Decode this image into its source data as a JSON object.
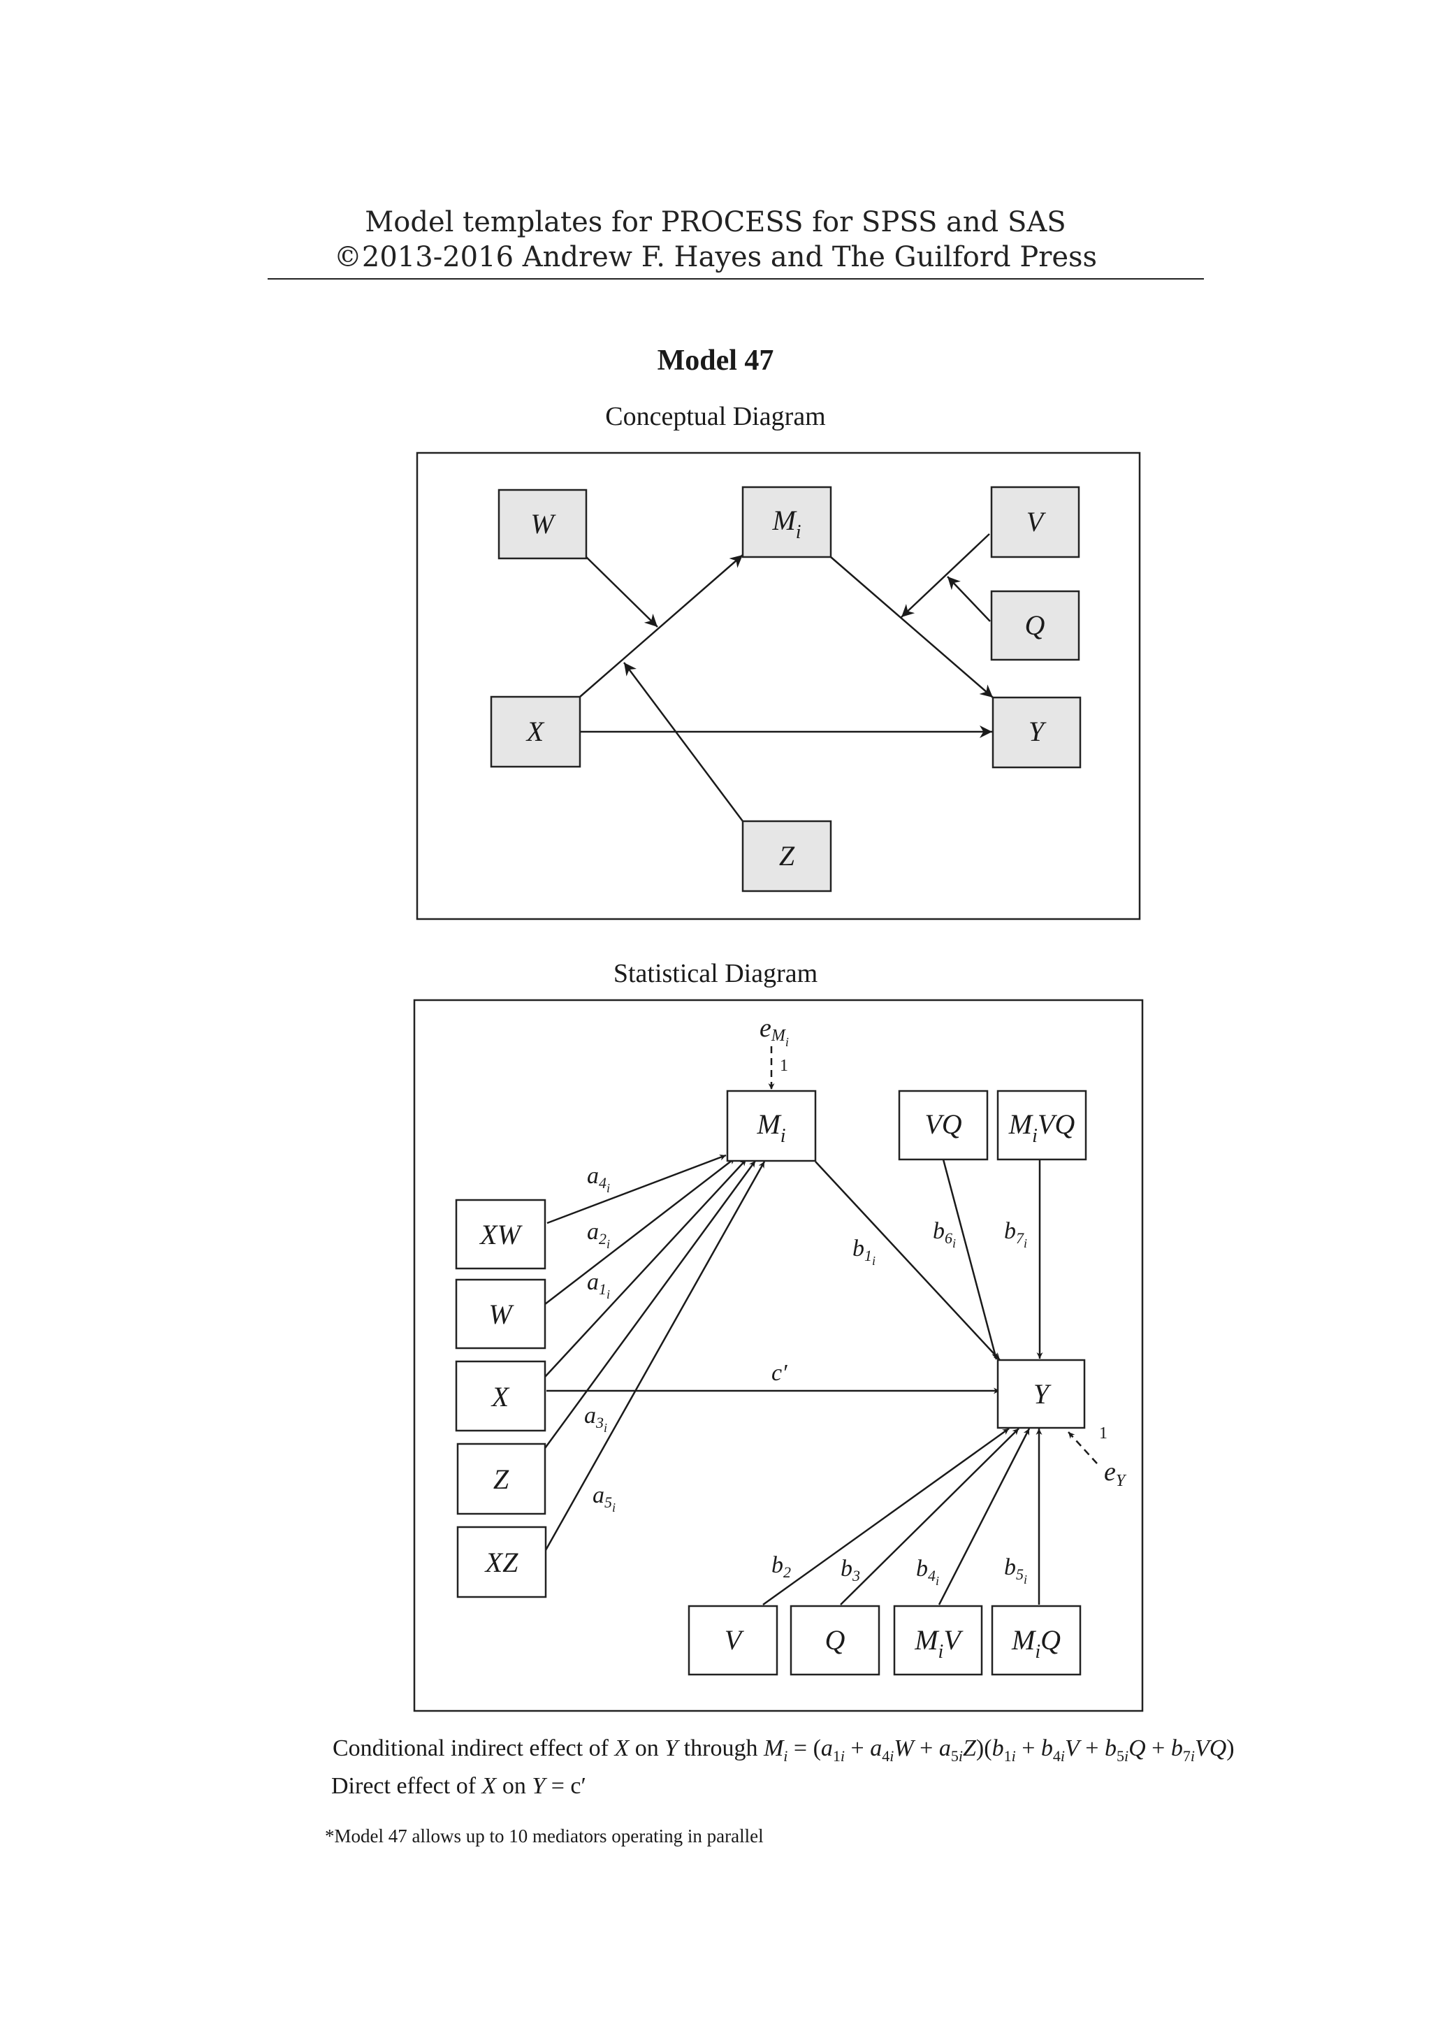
{
  "header": {
    "line1": "Model templates for PROCESS for SPSS and SAS",
    "line2": "©2013-2016 Andrew F. Hayes and The Guilford Press"
  },
  "model_title": "Model 47",
  "conceptual": {
    "title": "Conceptual Diagram",
    "nodes": {
      "W": "W",
      "M": "M",
      "M_sub": "i",
      "V": "V",
      "Q": "Q",
      "X": "X",
      "Y": "Y",
      "Z": "Z"
    }
  },
  "statistical": {
    "title": "Statistical Diagram",
    "error_M": {
      "base": "e",
      "sub": "M",
      "subsub": "i",
      "weight": "1"
    },
    "error_Y": {
      "base": "e",
      "sub": "Y",
      "weight": "1"
    },
    "nodes": {
      "M": "M",
      "M_sub": "i",
      "VQ": "VQ",
      "MVQ_a": "M",
      "MVQ_sub": "i",
      "MVQ_b": "VQ",
      "XW": "XW",
      "W": "W",
      "X": "X",
      "Z": "Z",
      "XZ": "XZ",
      "Y": "Y",
      "V": "V",
      "Q": "Q",
      "MV_a": "M",
      "MV_sub": "i",
      "MV_b": "V",
      "MQ_a": "M",
      "MQ_sub": "i",
      "MQ_b": "Q"
    },
    "paths": {
      "a4": {
        "base": "a",
        "sub": "4",
        "subsub": "i"
      },
      "a2": {
        "base": "a",
        "sub": "2",
        "subsub": "i"
      },
      "a1": {
        "base": "a",
        "sub": "1",
        "subsub": "i"
      },
      "a3": {
        "base": "a",
        "sub": "3",
        "subsub": "i"
      },
      "a5": {
        "base": "a",
        "sub": "5",
        "subsub": "i"
      },
      "b1": {
        "base": "b",
        "sub": "1",
        "subsub": "i"
      },
      "b6": {
        "base": "b",
        "sub": "6",
        "subsub": "i"
      },
      "b7": {
        "base": "b",
        "sub": "7",
        "subsub": "i"
      },
      "b2": {
        "base": "b",
        "sub": "2"
      },
      "b3": {
        "base": "b",
        "sub": "3"
      },
      "b4": {
        "base": "b",
        "sub": "4",
        "subsub": "i"
      },
      "b5": {
        "base": "b",
        "sub": "5",
        "subsub": "i"
      },
      "c": "c′"
    }
  },
  "footer": {
    "indirect_prefix": "Conditional indirect effect of ",
    "indirect_x": "X",
    "indirect_on": " on ",
    "indirect_y": "Y",
    "indirect_through": " through ",
    "indirect_formula": "= (a1i + a4iW + a5iZ)(b1i + b4iV + b5iQ + b7iVQ)",
    "direct_prefix": "Direct effect of ",
    "direct_x": "X",
    "direct_on": " on ",
    "direct_y": "Y",
    "direct_eq": " = c′",
    "note": "*Model 47 allows up to 10 mediators operating in parallel"
  }
}
